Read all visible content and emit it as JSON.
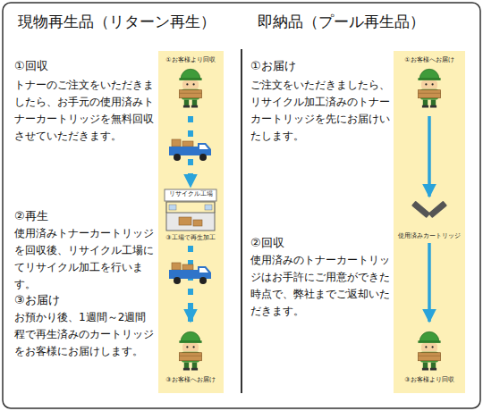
{
  "diagram": {
    "nodes": [
      {
        "text": [
          "①お客様より回収"
        ]
      },
      {
        "text": [
          "リサイクル工場",
          "③工場で再生加工"
        ]
      },
      {
        "text": [
          "③お客様へお届け"
        ]
      },
      {
        "text": [
          "①お客様へお届け"
        ]
      },
      {
        "text": [
          "使用済みカートリッジ"
        ]
      },
      {
        "text": [
          "③お客様より回収"
        ]
      }
    ],
    "edges": [
      {
        "from": 0,
        "to": 1,
        "arrow": "to"
      },
      {
        "from": 1,
        "to": 2,
        "arrow": "to"
      },
      {
        "from": 3,
        "to": 4,
        "arrow": "to"
      },
      {
        "from": 4,
        "to": 5,
        "arrow": "to"
      }
    ],
    "labels": [
      "現物再生品（リターン再生）",
      "即納品（プール再生品）",
      "①回収",
      "トナーのご注文をいただきましたら、お手元の使用済みトナーカートリッジを無料回収させていただきます。",
      "②再生",
      "使用済みトナーカートリッジを回収後、リサイクル工場にてリサイクル加工を行います。",
      "③お届け",
      "お預かり後、1週間～2週間程で再生済みのカートリッジをお客様にお届けします。",
      "①お届け",
      "ご注文をいただきましたら、リサイクル加工済みのトナーカートリッジを先にお届けいたします。",
      "②回収",
      "使用済みのトナーカートリッジはお手許にご用意ができた時点で、弊社までご返却いただきます。"
    ]
  }
}
